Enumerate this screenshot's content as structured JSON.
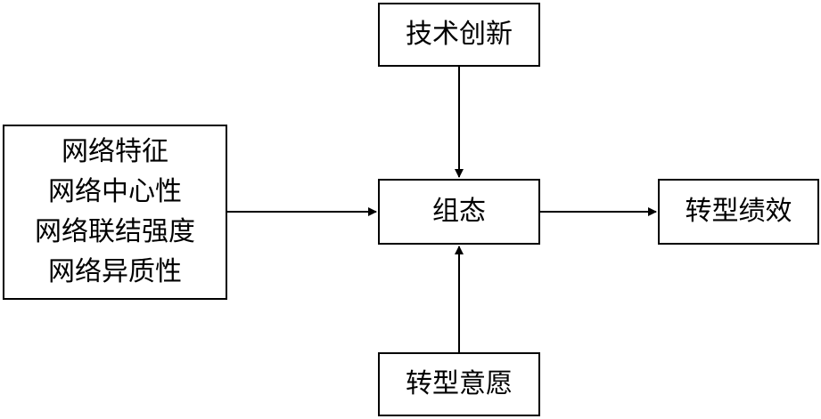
{
  "nodes": {
    "network": {
      "lines": [
        "网络特征",
        "网络中心性",
        "网络联结强度",
        "网络异质性"
      ]
    },
    "tech_innovation": {
      "label": "技术创新"
    },
    "configuration": {
      "label": "组态"
    },
    "transformation_performance": {
      "label": "转型绩效"
    },
    "transformation_willingness": {
      "label": "转型意愿"
    }
  },
  "edges": [
    {
      "from": "network",
      "to": "configuration"
    },
    {
      "from": "tech_innovation",
      "to": "configuration"
    },
    {
      "from": "transformation_willingness",
      "to": "configuration"
    },
    {
      "from": "configuration",
      "to": "transformation_performance"
    }
  ],
  "colors": {
    "stroke": "#000000",
    "background": "#ffffff"
  }
}
